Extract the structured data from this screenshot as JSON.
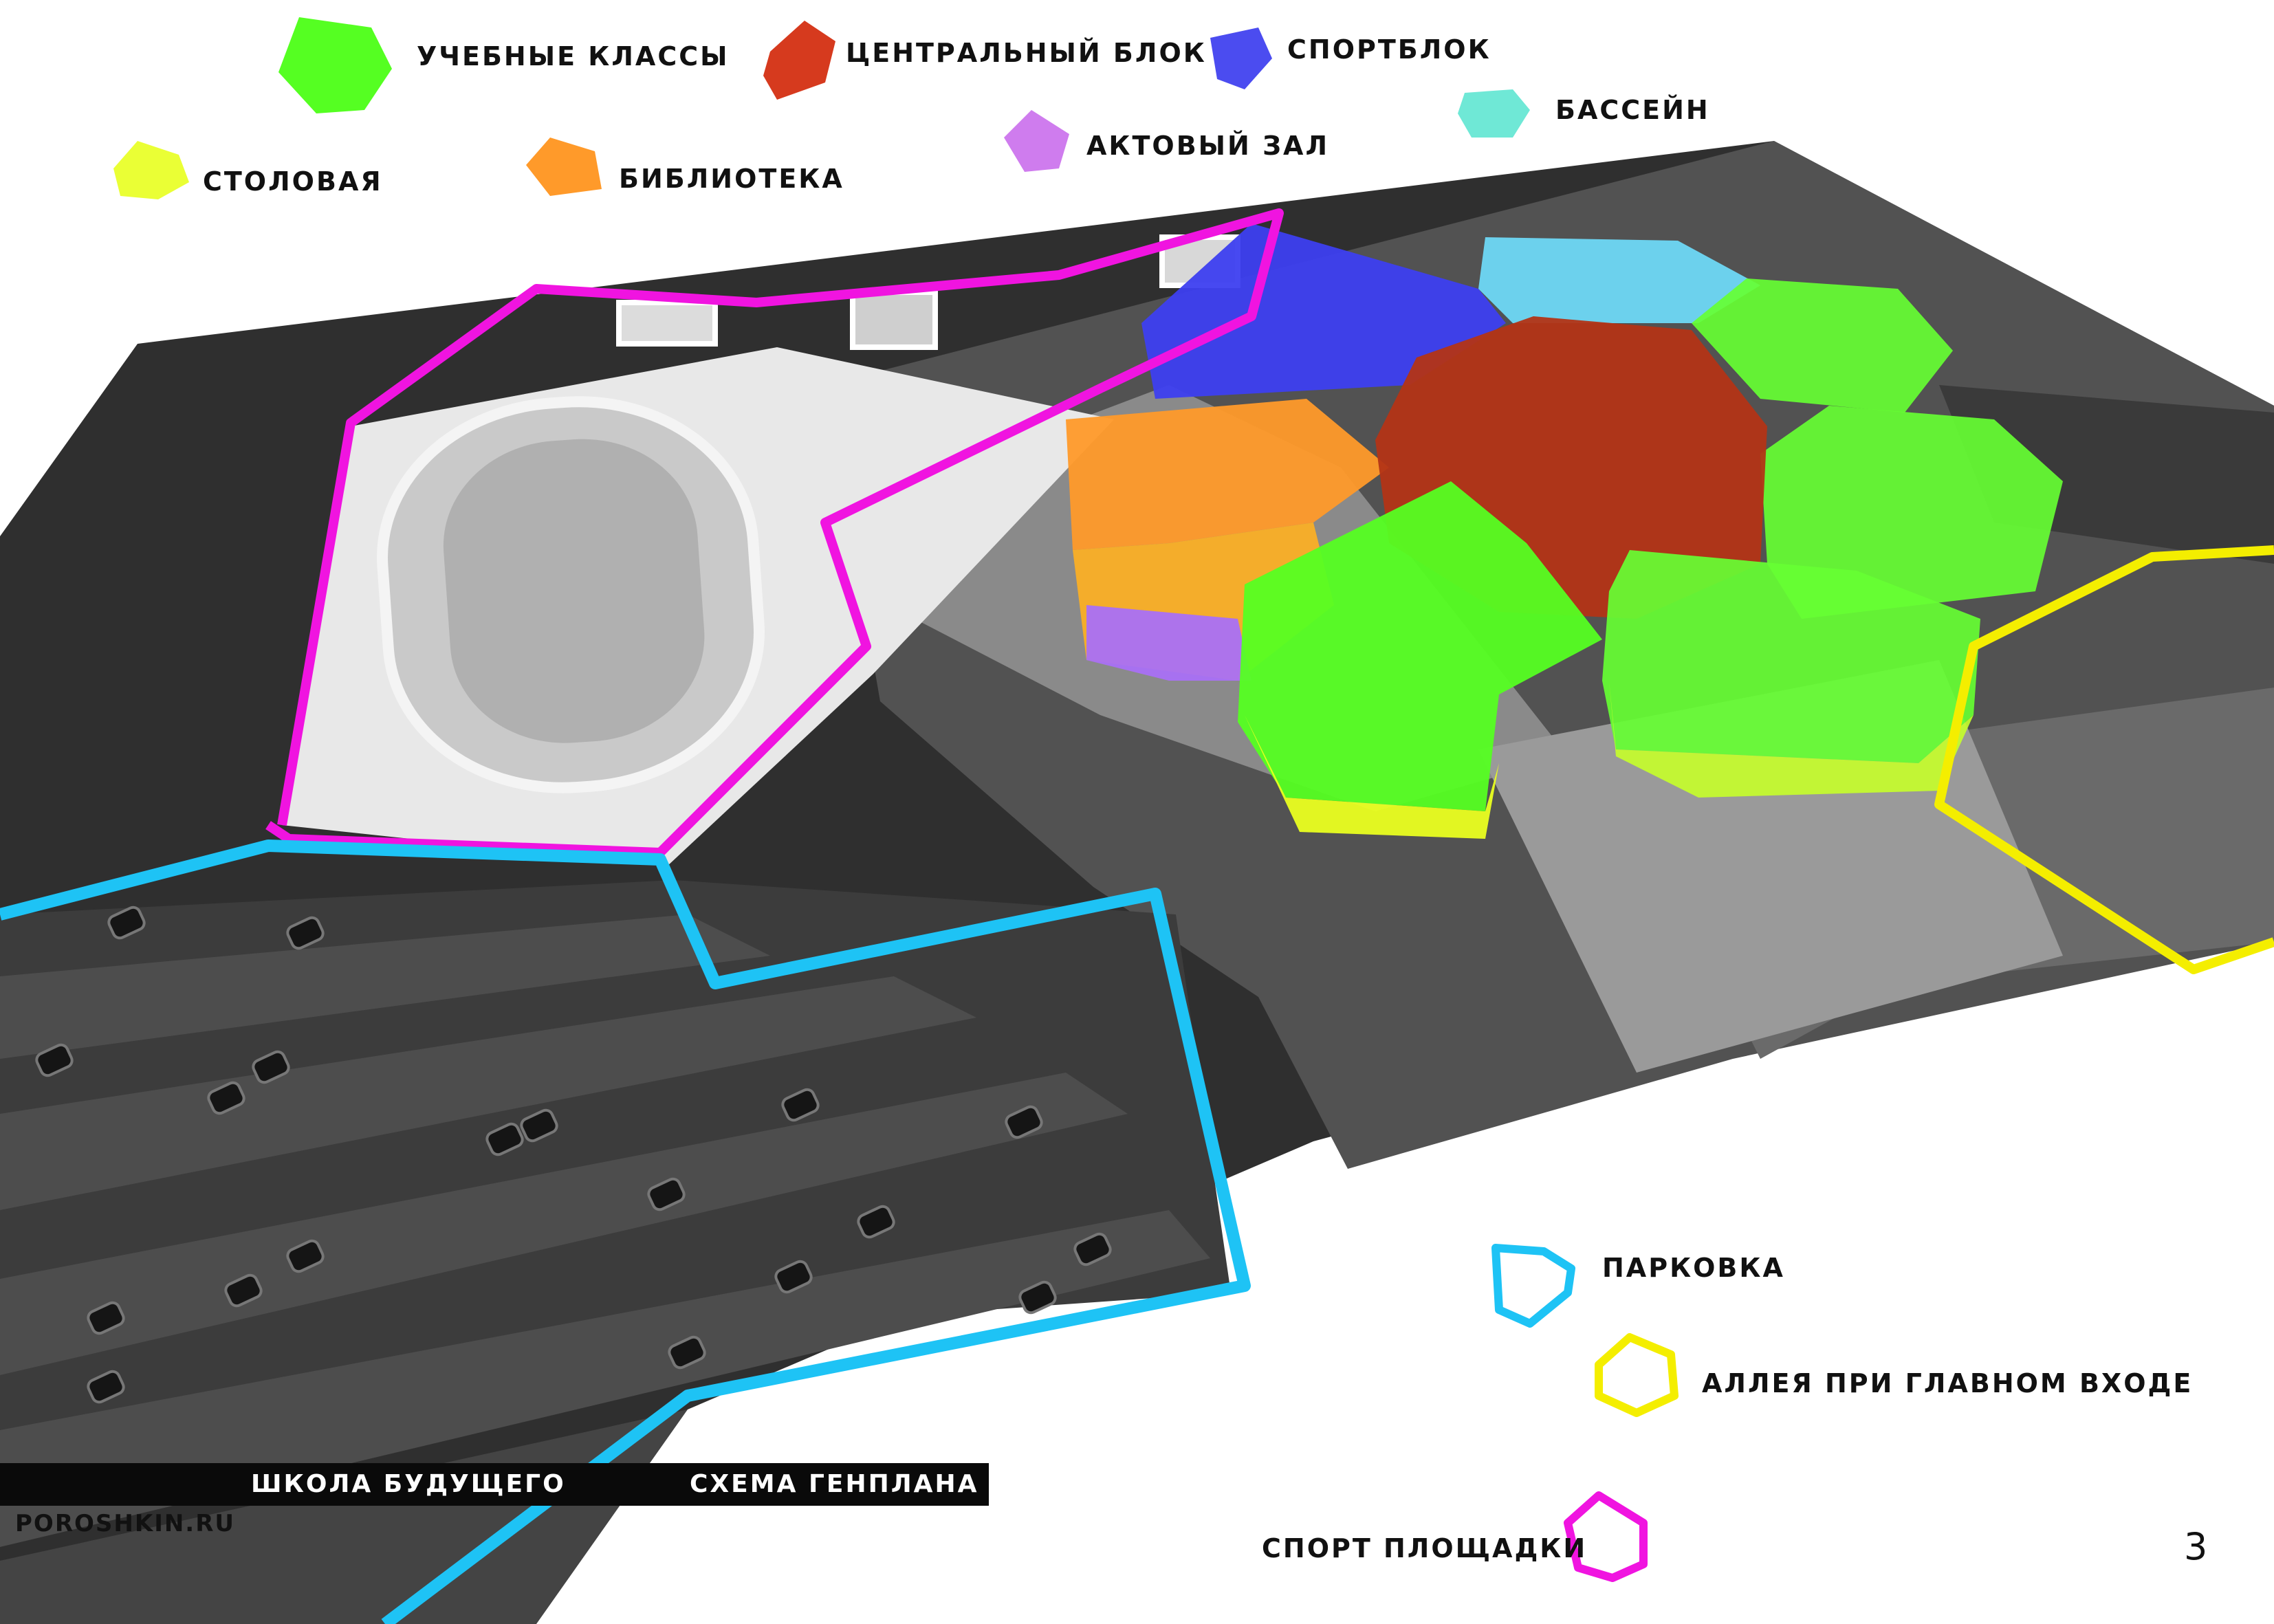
{
  "legend_top": {
    "classes": {
      "label": "УЧЕБНЫЕ КЛАССЫ",
      "color": "#55ff22"
    },
    "central_block": {
      "label": "ЦЕНТРАЛЬНЫЙ БЛОК",
      "color": "#d63a1e"
    },
    "sport_block": {
      "label": "СПОРТБЛОК",
      "color": "#4b4cf0"
    },
    "pool": {
      "label": "БАССЕЙН",
      "color": "#6fe8d6"
    },
    "assembly_hall": {
      "label": "АКТОВЫЙ ЗАЛ",
      "color": "#cf7cee"
    },
    "library": {
      "label": "БИБЛИОТЕКА",
      "color": "#ff9a2a"
    },
    "canteen": {
      "label": "СТОЛОВАЯ",
      "color": "#eaff35"
    }
  },
  "legend_bottom": {
    "parking": {
      "label": "ПАРКОВКА",
      "color": "#1ec3f5"
    },
    "alley": {
      "label": "АЛЛЕЯ ПРИ ГЛАВНОМ ВХОДЕ",
      "color": "#f4ee00"
    },
    "sport_grounds": {
      "label": "СПОРТ ПЛОЩАДКИ",
      "color": "#f014e0"
    }
  },
  "title_bar": {
    "left": "ШКОЛА БУДУЩЕГО",
    "right": "СХЕМА ГЕНПЛАНА"
  },
  "site_name": "POROSHKIN.RU",
  "page_number": "3"
}
